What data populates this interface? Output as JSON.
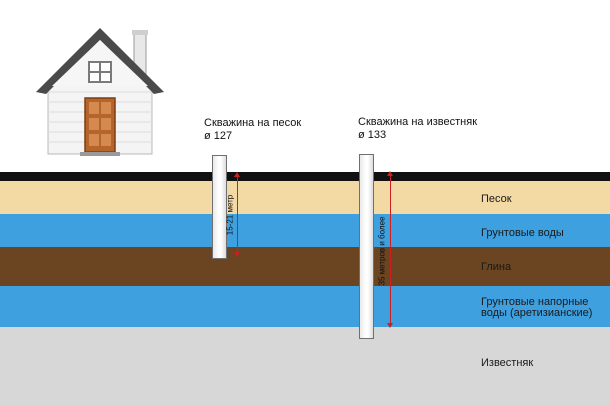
{
  "layers": [
    {
      "key": "topsoil",
      "label": "",
      "color": "#111111"
    },
    {
      "key": "sand",
      "label": "Песок",
      "color": "#f3d9a4"
    },
    {
      "key": "groundwater",
      "label": "Грунтовые воды",
      "color": "#3fa0e0"
    },
    {
      "key": "clay",
      "label": "Глина",
      "color": "#6b4421"
    },
    {
      "key": "pressure_water",
      "label": "Грунтовые напорные\nводы (аретизианские)",
      "color": "#3fa0e0"
    },
    {
      "key": "limestone",
      "label": "Известняк",
      "color": "#d7d7d7"
    }
  ],
  "wells": [
    {
      "key": "sand_well",
      "title": "Скважина на песок",
      "diameter": "ø 127",
      "depth": "15-21 метр"
    },
    {
      "key": "limestone_well",
      "title": "Скважина на известняк",
      "diameter": "ø 133",
      "depth": "35 метров и более"
    }
  ],
  "house": {
    "wall_color": "#f4f4f4",
    "roof_color": "#4a4a4a",
    "door_color": "#b5652b"
  }
}
